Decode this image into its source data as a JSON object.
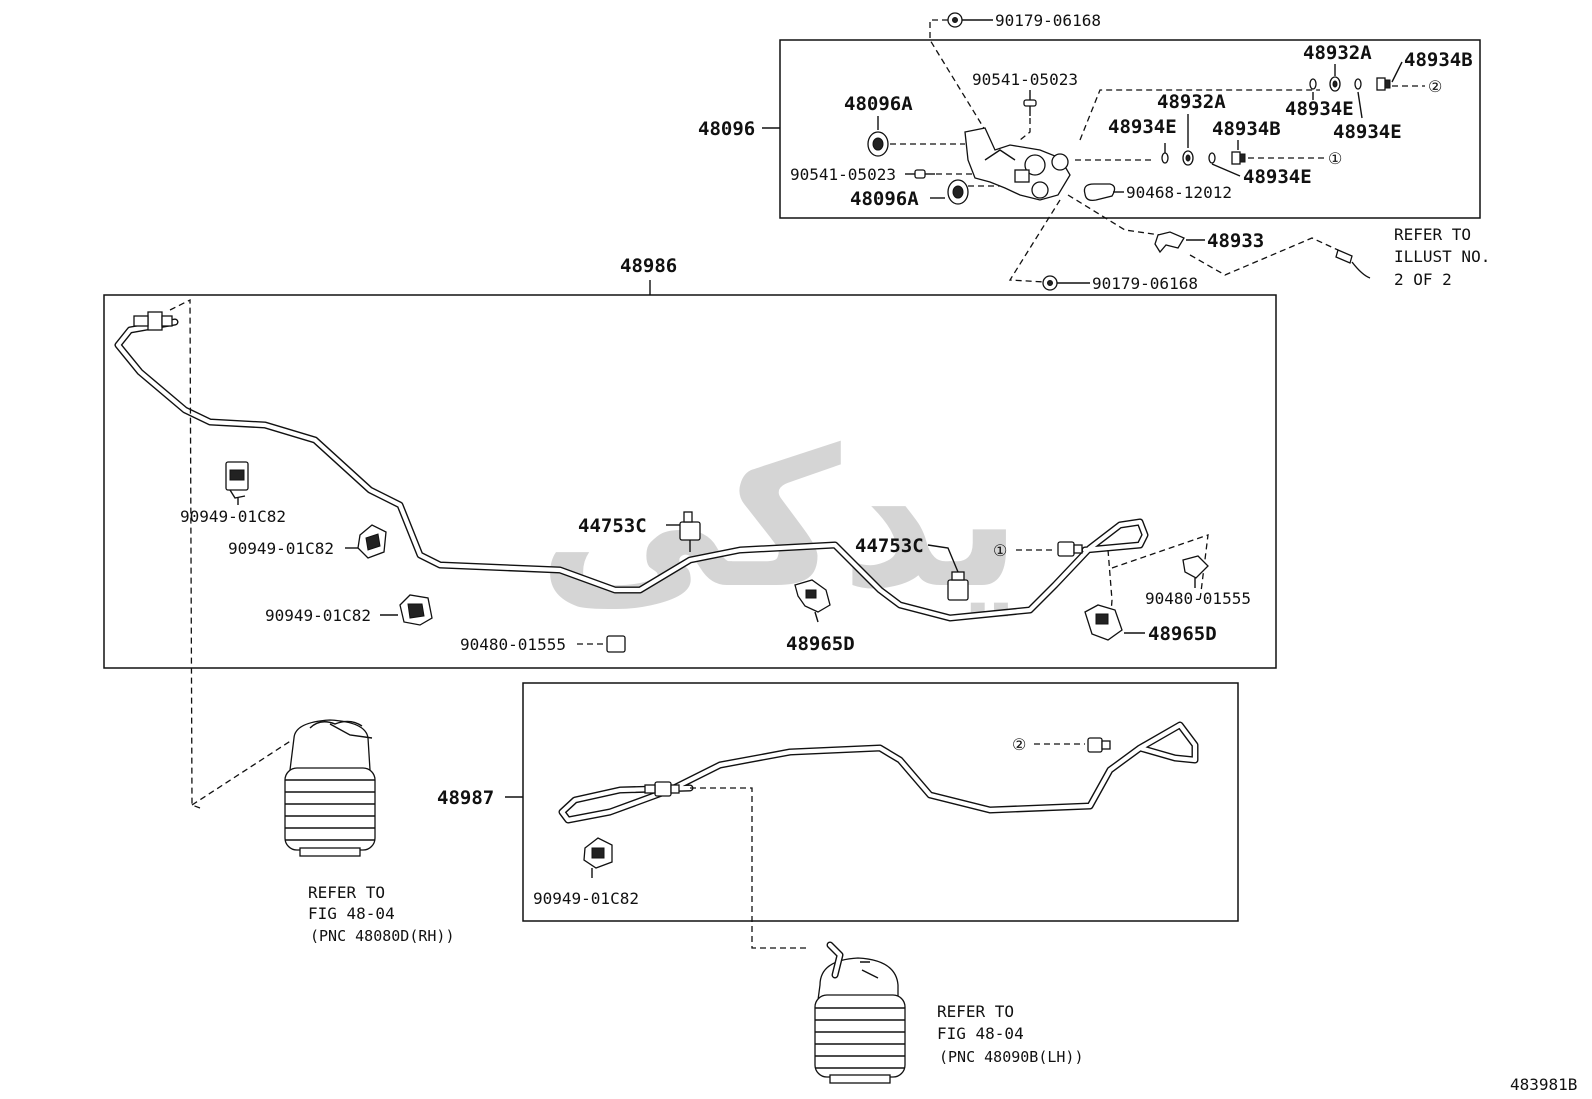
{
  "diagram_id": "483981B",
  "watermark_text": "یدکی",
  "callouts": {
    "bolt_top": "90179-06168",
    "bolt_bottom": "90179-06168",
    "assy_48096": "48096",
    "screw_a": "90541-05023",
    "screw_b": "90541-05023",
    "grommet_a": "48096A",
    "grommet_b": "48096A",
    "ring_top_a": "48932A",
    "ring_mid_a": "48932A",
    "union_top_b": "48934B",
    "union_mid_b": "48934B",
    "oring_e1": "48934E",
    "oring_e2": "48934E",
    "oring_e3": "48934E",
    "oring_e4": "48934E",
    "hose": "90468-12012",
    "clip_48933": "48933",
    "pipe_48986": "48986",
    "pipe_48987": "48987",
    "clamp_1": "90949-01C82",
    "clamp_2": "90949-01C82",
    "clamp_3": "90949-01C82",
    "clamp_4": "90949-01C82",
    "sensor_1": "44753C",
    "sensor_2": "44753C",
    "cap_1": "90480-01555",
    "cap_2": "90480-01555",
    "bracket_1": "48965D",
    "bracket_2": "48965D",
    "marker_1": "①",
    "marker_2": "②"
  },
  "refer_illust": {
    "l1": "REFER TO",
    "l2": "ILLUST NO.",
    "l3": "2 OF 2"
  },
  "refer_rh": {
    "l1": "REFER TO",
    "l2": "FIG 48-04",
    "l3": "(PNC 48080D(RH))"
  },
  "refer_lh": {
    "l1": "REFER TO",
    "l2": "FIG 48-04",
    "l3": "(PNC 48090B(LH))"
  }
}
